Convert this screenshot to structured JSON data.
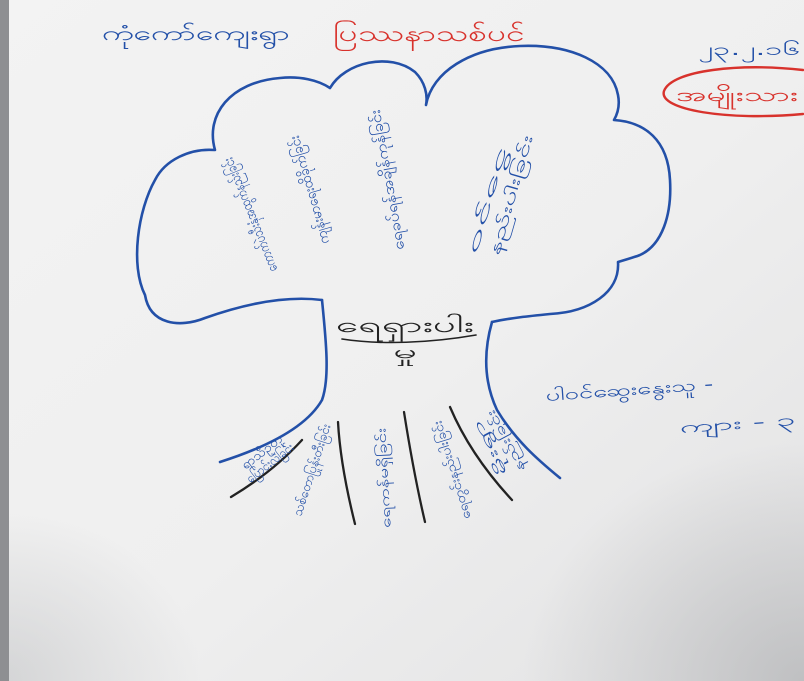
{
  "header": {
    "village": "ကုံကော်ကျေးရွာ",
    "title": "ပြဿနာသစ်ပင်",
    "date": "၂၃.၂.၁၆",
    "group": "အမျိုးသား"
  },
  "tree": {
    "core_problem": [
      "ရေရှားပါး",
      "မှု"
    ],
    "effects": [
      {
        "lines": [
          "ကောက်ပဲသီးနှံအထွက်နည်းခြင်း"
        ]
      },
      {
        "lines": [
          "ကျန်းမာရေးထိခိုက်ခြင်း"
        ]
      },
      {
        "lines": [
          "ရေခပ်ရန်အချိန်ကုန်ခြင်း"
        ]
      },
      {
        "lines": [
          "ဝင်ငွေ",
          "နည်းပါးခြင်း"
        ]
      }
    ],
    "causes": [
      {
        "lines": [
          "ရာသီဥတု",
          "ပြောင်းလဲခြင်း"
        ]
      },
      {
        "lines": [
          "သစ်တောပြုန်းတီးခြင်း"
        ]
      },
      {
        "lines": [
          "ရေကန်မရှိခြင်း"
        ]
      },
      {
        "lines": [
          "ရေတွင်းနည်းပါးခြင်း"
        ]
      },
      {
        "lines": [
          "မိုးရွာ",
          "နည်းခြင်း"
        ]
      }
    ]
  },
  "participants": {
    "label": "ပါဝင်ဆွေးနွေးသူ -",
    "male": "ကျား - ၃"
  },
  "colors": {
    "ink_blue": "#2350a8",
    "ink_red": "#d8322c",
    "ink_black": "#222222",
    "paper": "#f1f1f1"
  }
}
